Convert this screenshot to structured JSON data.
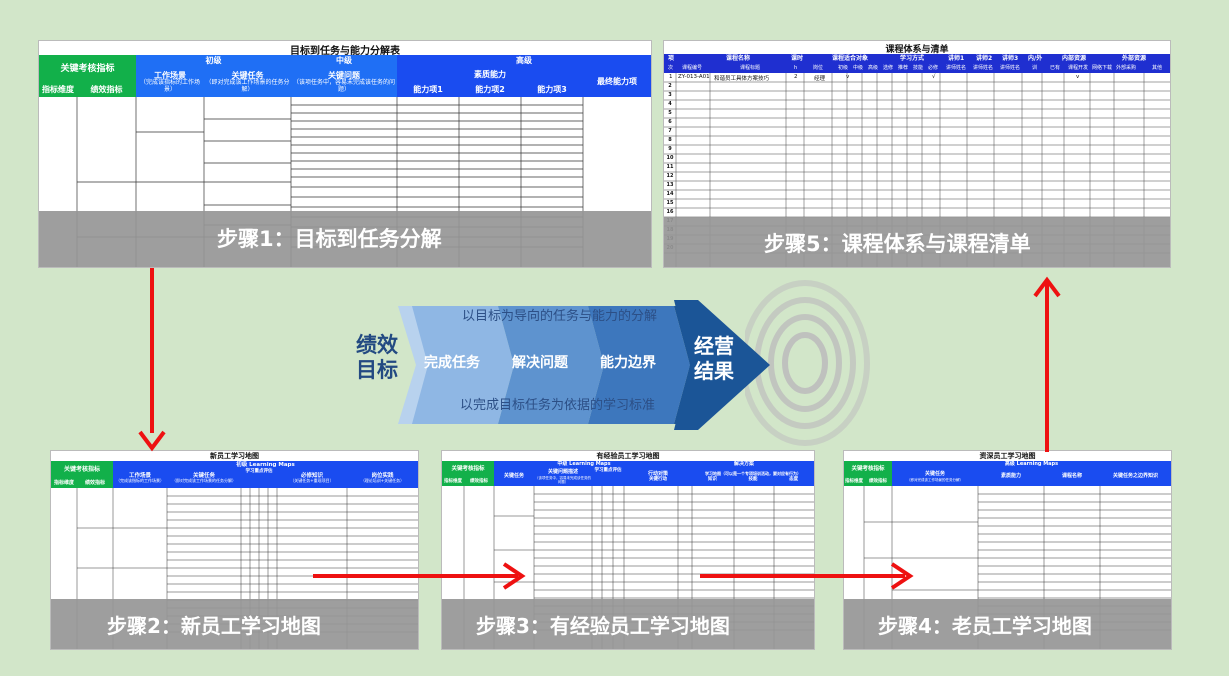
{
  "panel1": {
    "title": "目标到任务与能力分解表",
    "h_kpi": "关键考核指标",
    "h_junior": "初级",
    "h_mid": "中级",
    "h_senior": "高级",
    "h_scene": "工作场景",
    "h_scene_note": "（完成该指标的工作场景）",
    "h_task": "关键任务",
    "h_task_note": "（即对完成该工作场景的任务分解）",
    "h_problem": "关键问题",
    "h_problem_note": "（该项任务中，容易未完成该任务的问题）",
    "h_quality": "素质能力",
    "h_dim": "指标维度",
    "h_perf": "绩效指标",
    "h_ab1": "能力项1",
    "h_ab2": "能力项2",
    "h_ab3": "能力项3",
    "h_final": "最终能力项",
    "step": "步骤1：目标到任务分解"
  },
  "panel5": {
    "title": "课程体系与清单",
    "cols_top": [
      "项",
      "课程名称",
      "课时",
      "课程适合对象",
      "学习方式",
      "讲师1",
      "讲师2",
      "讲师3",
      "内/外",
      "内部资源",
      "外部资源"
    ],
    "cols_sub": [
      "次",
      "课程编号",
      "课程标题",
      "h",
      "岗位",
      "初级",
      "中级",
      "高级",
      "选修",
      "推荐",
      "技能",
      "必修",
      "讲师姓名",
      "讲师姓名",
      "讲师姓名",
      "训",
      "已有",
      "课程开发",
      "网络下载",
      "外部采购",
      "其他"
    ],
    "row1": [
      "1",
      "ZY-013-A01",
      "和谐员工具体方案技巧",
      "2",
      "经理",
      "v",
      "√",
      "v"
    ],
    "row_numbers": [
      "2",
      "3",
      "4",
      "5",
      "6",
      "7",
      "8",
      "9",
      "10",
      "11",
      "12",
      "13",
      "14",
      "15",
      "16",
      "17",
      "18",
      "19",
      "20"
    ],
    "step": "步骤5：课程体系与课程清单"
  },
  "panel2": {
    "title": "新员工学习地图",
    "h_kpi": "关键考核指标",
    "h_junior": "初级  Learning Maps",
    "h_dim": "指标维度",
    "h_perf": "绩效指标",
    "h_scene": "工作场景",
    "h_scene_note": "（完成该指标的工作场景）",
    "h_task": "关键任务",
    "h_task_note": "（即对完成该工作场景的任务分解）",
    "h_eval": "学习重点评估",
    "h_knowledge": "必修知识",
    "h_knowledge_note": "（关键任务+重现项目）",
    "h_practice": "岗位实践",
    "h_practice_note": "（理论培训+关键任务）",
    "step": "步骤2：新员工学习地图"
  },
  "panel3": {
    "title": "有经验员工学习地图",
    "h_kpi": "关键考核指标",
    "h_mid": "中级  Learning Maps",
    "h_solution": "解决方案",
    "h_dim": "指标维度",
    "h_perf": "绩效指标",
    "h_task": "关键任务",
    "h_problem": "关键问题描述",
    "h_problem_note": "（该项任务中，容易未完成该任务的问题）",
    "h_eval": "学习重点评估",
    "h_action": "行动对策",
    "h_map": "学习地图（可以是一个专项培训活动，要对应有行为）",
    "h_behavior": "关键行动",
    "h_knowledge": "知识",
    "h_skill": "技能",
    "h_attitude": "态度",
    "step": "步骤3：有经验员工学习地图"
  },
  "panel4": {
    "title": "资深员工学习地图",
    "h_kpi": "关键考核指标",
    "h_senior": "高级  Learning Maps",
    "h_dim": "指标维度",
    "h_perf": "绩效指标",
    "h_task": "关键任务",
    "h_task_note": "（即对完成该工作场景的任务分解）",
    "h_quality": "素质能力",
    "h_course": "课程名称",
    "h_boundary": "关键任务之边界知识",
    "step": "步骤4：老员工学习地图"
  },
  "center": {
    "goal": "绩效\n目标",
    "goal_line1": "绩效",
    "goal_line2": "目标",
    "seg1": "完成任务",
    "seg2": "解决问题",
    "seg3": "能力边界",
    "result_line1": "经营",
    "result_line2": "结果",
    "top_caption": "以目标为导向的任务与能力的分解",
    "bottom_caption": "以完成目标任务为依据的学习标准"
  },
  "colors": {
    "background": "#d2e6c9",
    "green_header": "#12b04a",
    "blue_header": "#1a4cf0",
    "arrow_red": "#ee1111",
    "center_dark": "#1c5a9c",
    "center_light": "#8db5e2"
  }
}
